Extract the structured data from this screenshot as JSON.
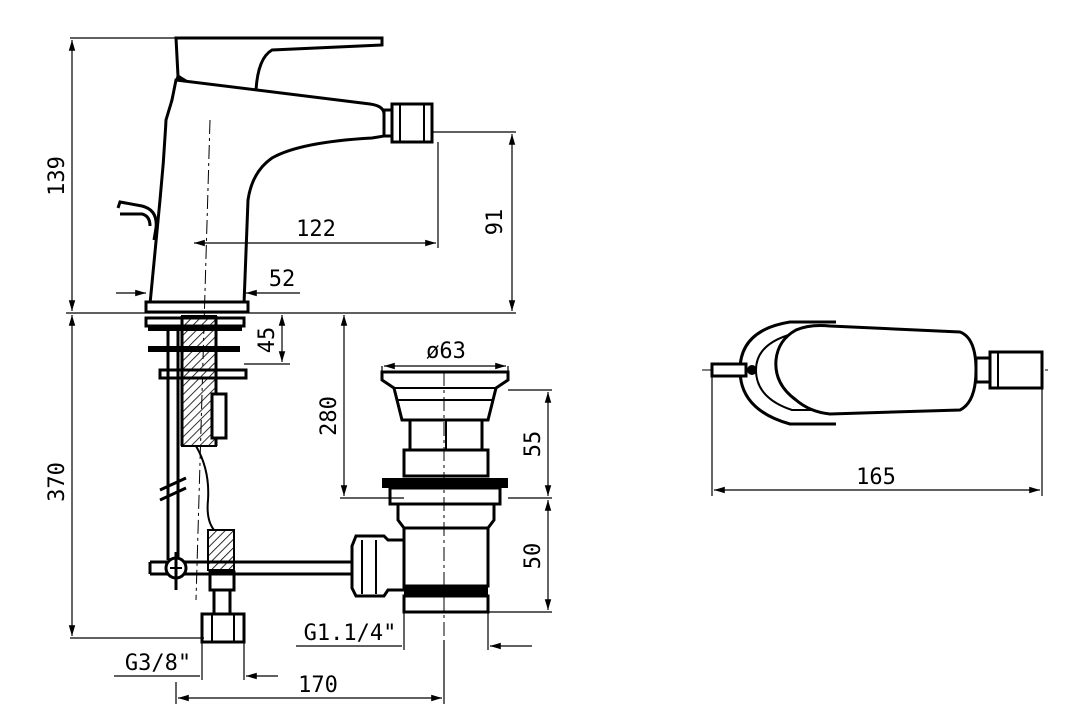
{
  "dimensions": {
    "height_total": "139",
    "height_spout": "91",
    "reach": "122",
    "base": "52",
    "thickness": "45",
    "under_height": "370",
    "waste_height": "280",
    "diameter": "ø63",
    "waste_top": "55",
    "waste_bottom": "50",
    "thread_waste": "G1.1/4\"",
    "thread_supply": "G3/8\"",
    "supply_spacing": "170",
    "plan_length": "165"
  }
}
